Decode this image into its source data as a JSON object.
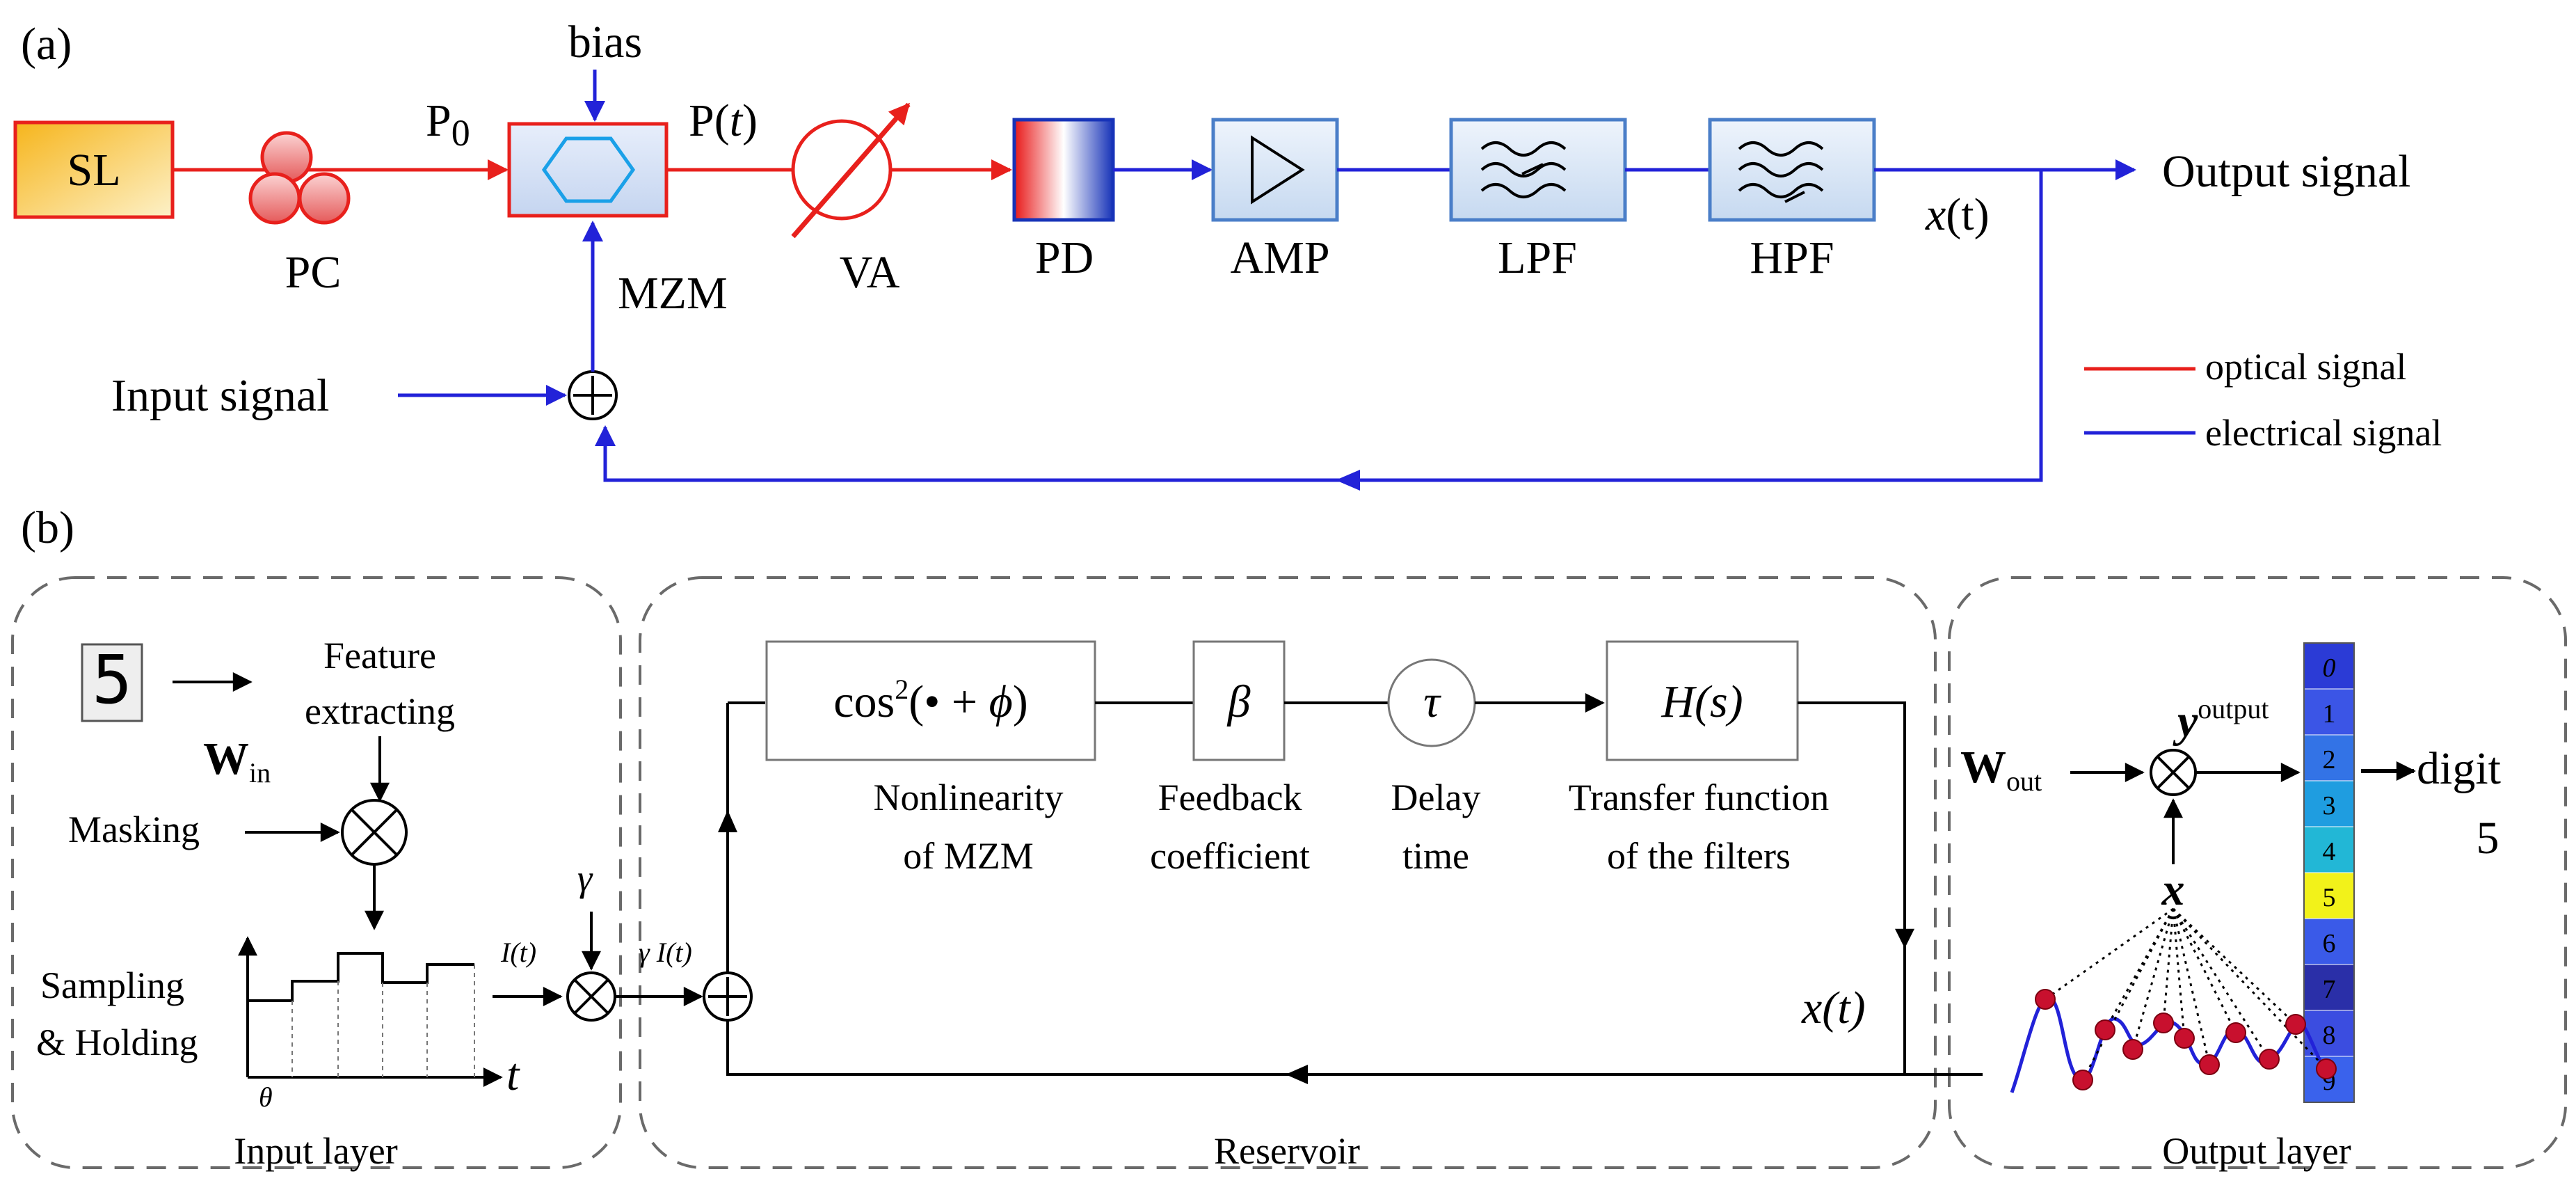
{
  "panel_a": {
    "label": "(a)",
    "sl": "SL",
    "pc": "PC",
    "p0": "P",
    "p0_sub": "0",
    "bias": "bias",
    "pt_prefix": "P(",
    "pt_var": "t",
    "pt_suffix": ")",
    "mzm": "MZM",
    "va": "VA",
    "pd": "PD",
    "amp": "AMP",
    "lpf": "LPF",
    "hpf": "HPF",
    "output": "Output signal",
    "xt_var": "x",
    "xt_arg": "(t)",
    "input": "Input signal",
    "legend_optical": "optical signal",
    "legend_electrical": "electrical signal",
    "colors": {
      "optical": "#e8201c",
      "electrical": "#2222d8"
    }
  },
  "panel_b": {
    "label": "(b)",
    "input_layer": {
      "title": "Input layer",
      "digit": "5",
      "feature1": "Feature",
      "feature2": "extracting",
      "masking": "Masking",
      "w_in": "W",
      "w_in_sub": "in",
      "sampling1": "Sampling",
      "sampling2": "& Holding",
      "theta": "θ",
      "t": "t",
      "it": "I(t)",
      "gamma": "γ",
      "gamma_it": "γ I(t)"
    },
    "reservoir": {
      "title": "Reservoir",
      "nonlin_box_a": "cos",
      "nonlin_box_sup": "2",
      "nonlin_box_b": "(• + ",
      "nonlin_box_phi": "ϕ",
      "nonlin_box_c": ")",
      "beta": "β",
      "tau": "τ",
      "hs": "H(s)",
      "nonlin1": "Nonlinearity",
      "nonlin2": "of MZM",
      "fb1": "Feedback",
      "fb2": "coefficient",
      "delay1": "Delay",
      "delay2": "time",
      "tf1": "Transfer function",
      "tf2": "of the filters",
      "xt": "x(t)"
    },
    "output_layer": {
      "title": "Output layer",
      "w_out": "W",
      "w_out_sub": "out",
      "y": "y",
      "y_sup": "output",
      "x": "x",
      "digit_word": "digit",
      "digit_val": "5",
      "bar_labels": [
        "0",
        "1",
        "2",
        "3",
        "4",
        "5",
        "6",
        "7",
        "8",
        "9"
      ],
      "bar_colors": [
        "#2b3bd6",
        "#3b55e6",
        "#3373e6",
        "#1f9de0",
        "#22b7d6",
        "#f2f21a",
        "#3a5ae8",
        "#2a2fa8",
        "#3b4de0",
        "#3a62ec"
      ]
    }
  }
}
